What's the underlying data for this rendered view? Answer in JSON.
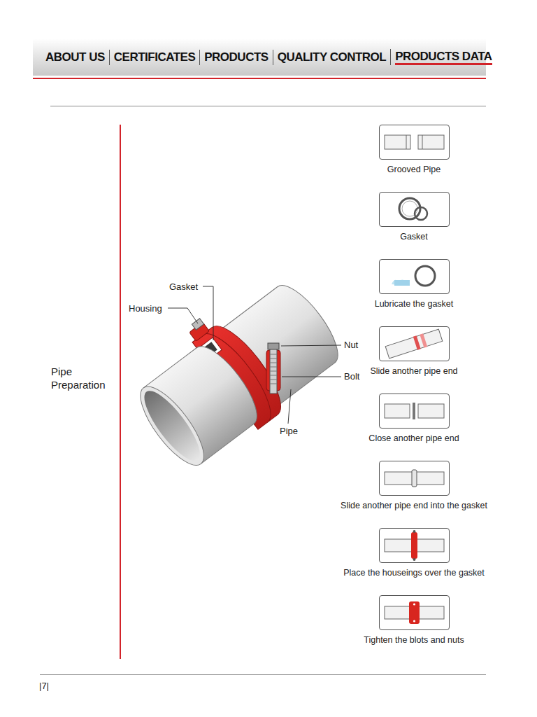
{
  "diagram": {
    "nodes": [
      {
        "text": [
          "Grooved Pipe"
        ]
      },
      {
        "text": [
          "Gasket"
        ]
      },
      {
        "text": [
          "Lubricate the gasket"
        ]
      },
      {
        "text": [
          "Slide another pipe end"
        ]
      },
      {
        "text": [
          "Close another pipe end"
        ]
      },
      {
        "text": [
          "Slide another pipe end into the gasket"
        ]
      },
      {
        "text": [
          "Place the houseings over the gasket"
        ]
      },
      {
        "text": [
          "Tighten the blots and nuts"
        ]
      }
    ],
    "labels": [
      "ABOUT US",
      "CERTIFICATES",
      "PRODUCTS",
      "QUALITY CONTROL",
      "PRODUCTS DATA",
      "Pipe Preparation",
      "Gasket",
      "Housing",
      "Nut",
      "Bolt",
      "Pipe",
      "|7|"
    ]
  }
}
